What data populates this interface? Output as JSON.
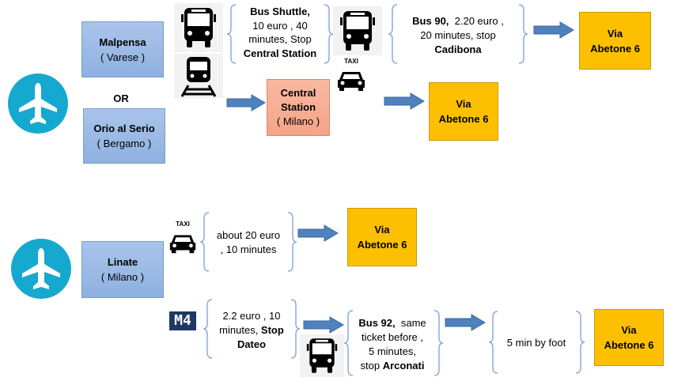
{
  "colors": {
    "plane_circle": "#16a9cf",
    "origin_box": "#9fbbe6",
    "central_box": "#f7ae93",
    "destination_box": "#fdc000",
    "arrow": "#4f81bd",
    "brace": "#8eaadb"
  },
  "icons": [
    "airplane-icon",
    "bus-icon",
    "train-icon",
    "taxi-icon",
    "metro-m4-icon"
  ],
  "top_group": {
    "malpensa": {
      "name": "Malpensa",
      "region": "( Varese )"
    },
    "or_label": "OR",
    "orio": {
      "name": "Orio al Serio",
      "region": "( Bergamo )"
    },
    "shuttle": {
      "line1": "Bus Shuttle,",
      "line2": "10 euro , 40",
      "line3": "minutes, Stop",
      "stop": "Central Station"
    },
    "bus90": {
      "bus": "Bus 90,",
      "price": "  2.20 euro ,",
      "line2": "20 minutes, stop",
      "stop": "Cadibona"
    },
    "central": {
      "name_line1": "Central",
      "name_line2": "Station",
      "region": "( Milano )"
    },
    "taxi_label": "TAXI",
    "dest1": {
      "line1": "Via",
      "line2": "Abetone 6"
    },
    "dest2": {
      "line1": "Via",
      "line2": "Abetone 6"
    }
  },
  "bottom_group": {
    "linate": {
      "name": "Linate",
      "region": "( Milano )"
    },
    "taxi_label": "TAXI",
    "taxi_info": {
      "line1": "about 20 euro",
      "line2": ", 10 minutes"
    },
    "dest3": {
      "line1": "Via",
      "line2": "Abetone 6"
    },
    "metro_label": "M4",
    "metro_info": {
      "line1": "2.2 euro , 10",
      "line2_plain": "minutes, ",
      "line2_bold": "Stop",
      "line3": "Dateo"
    },
    "bus92": {
      "bus": "Bus 92,",
      "rest": "  same",
      "line2": "ticket before ,",
      "line3": "5 minutes,",
      "line4_plain": "stop ",
      "line4_bold": "Arconati"
    },
    "foot": "5 min by foot",
    "dest4": {
      "line1": "Via",
      "line2": "Abetone 6"
    }
  }
}
